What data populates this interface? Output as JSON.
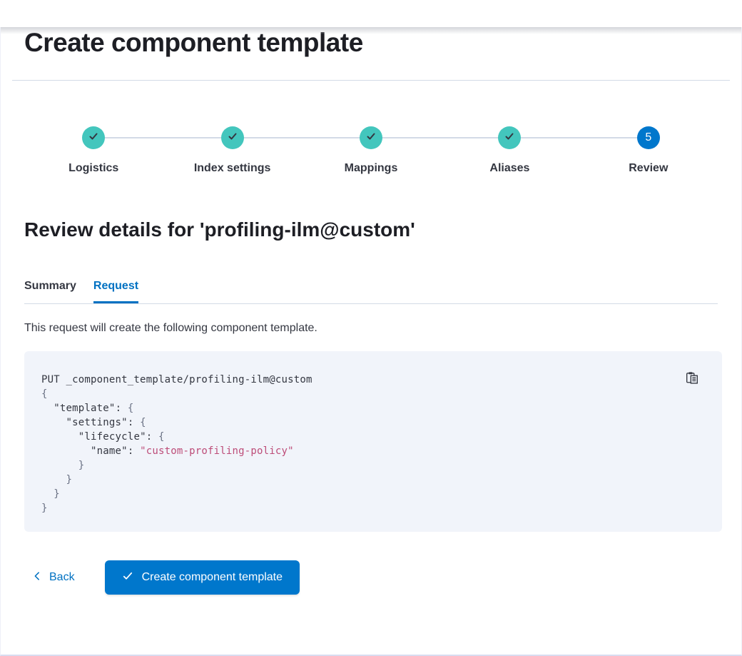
{
  "page": {
    "title": "Create component template"
  },
  "stepper": {
    "steps": [
      {
        "label": "Logistics",
        "status": "complete"
      },
      {
        "label": "Index settings",
        "status": "complete"
      },
      {
        "label": "Mappings",
        "status": "complete"
      },
      {
        "label": "Aliases",
        "status": "complete"
      },
      {
        "label": "Review",
        "status": "current",
        "number": "5"
      }
    ]
  },
  "review": {
    "heading": "Review details for 'profiling-ilm@custom'",
    "tabs": [
      {
        "label": "Summary",
        "selected": false
      },
      {
        "label": "Request",
        "selected": true
      }
    ],
    "description": "This request will create the following component template."
  },
  "code_block": {
    "copy_icon": "copy-clipboard-icon",
    "lines": [
      {
        "indent": 0,
        "parts": [
          {
            "text": "PUT _component_template/profiling-ilm@custom",
            "kind": "plain"
          }
        ]
      },
      {
        "indent": 0,
        "parts": [
          {
            "text": "{",
            "kind": "brace"
          }
        ]
      },
      {
        "indent": 1,
        "parts": [
          {
            "text": "\"template\"",
            "kind": "key"
          },
          {
            "text": ": ",
            "kind": "punct"
          },
          {
            "text": "{",
            "kind": "brace"
          }
        ]
      },
      {
        "indent": 2,
        "parts": [
          {
            "text": "\"settings\"",
            "kind": "key"
          },
          {
            "text": ": ",
            "kind": "punct"
          },
          {
            "text": "{",
            "kind": "brace"
          }
        ]
      },
      {
        "indent": 3,
        "parts": [
          {
            "text": "\"lifecycle\"",
            "kind": "key"
          },
          {
            "text": ": ",
            "kind": "punct"
          },
          {
            "text": "{",
            "kind": "brace"
          }
        ]
      },
      {
        "indent": 4,
        "parts": [
          {
            "text": "\"name\"",
            "kind": "key"
          },
          {
            "text": ": ",
            "kind": "punct"
          },
          {
            "text": "\"custom-profiling-policy\"",
            "kind": "string"
          }
        ]
      },
      {
        "indent": 3,
        "parts": [
          {
            "text": "}",
            "kind": "brace"
          }
        ]
      },
      {
        "indent": 2,
        "parts": [
          {
            "text": "}",
            "kind": "brace"
          }
        ]
      },
      {
        "indent": 1,
        "parts": [
          {
            "text": "}",
            "kind": "brace"
          }
        ]
      },
      {
        "indent": 0,
        "parts": [
          {
            "text": "}",
            "kind": "brace"
          }
        ]
      }
    ]
  },
  "footer": {
    "back_label": "Back",
    "submit_label": "Create component template"
  },
  "colors": {
    "accent_blue": "#0077cc",
    "link_blue": "#0071c2",
    "step_complete_teal": "#43c6bd",
    "divider": "#d3dae6",
    "code_background": "#f1f4fa",
    "code_string_pink": "#bd4c78",
    "heading_text": "#1d1e24",
    "body_text": "#343741"
  }
}
